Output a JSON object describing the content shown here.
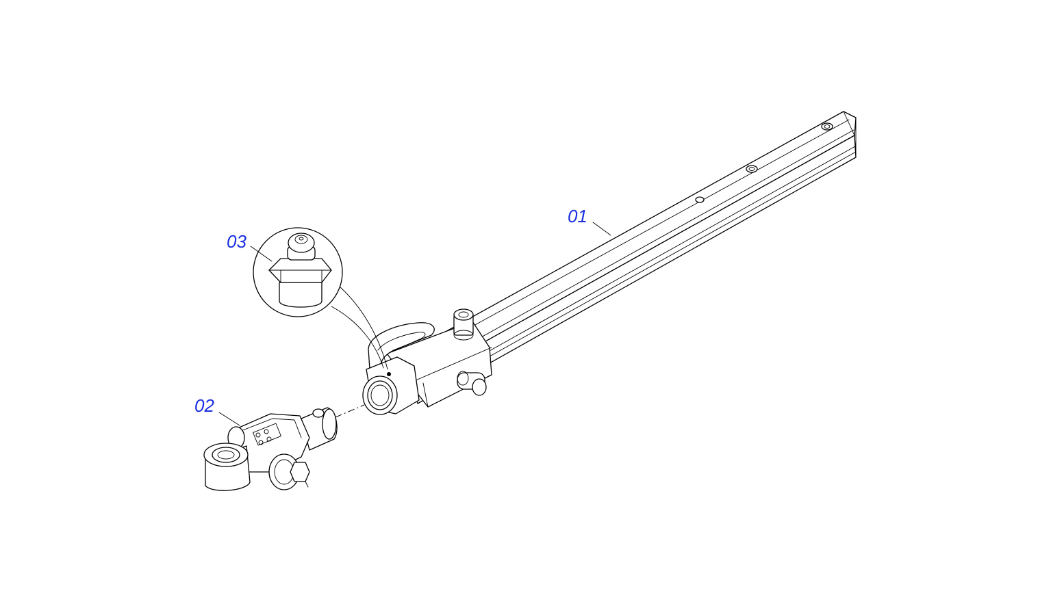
{
  "diagram": {
    "callouts": [
      {
        "id": "01",
        "text": "01"
      },
      {
        "id": "02",
        "text": "02"
      },
      {
        "id": "03",
        "text": "03"
      }
    ],
    "label_color": "#1a2fe0",
    "line_color": "#000000",
    "background": "#ffffff"
  }
}
